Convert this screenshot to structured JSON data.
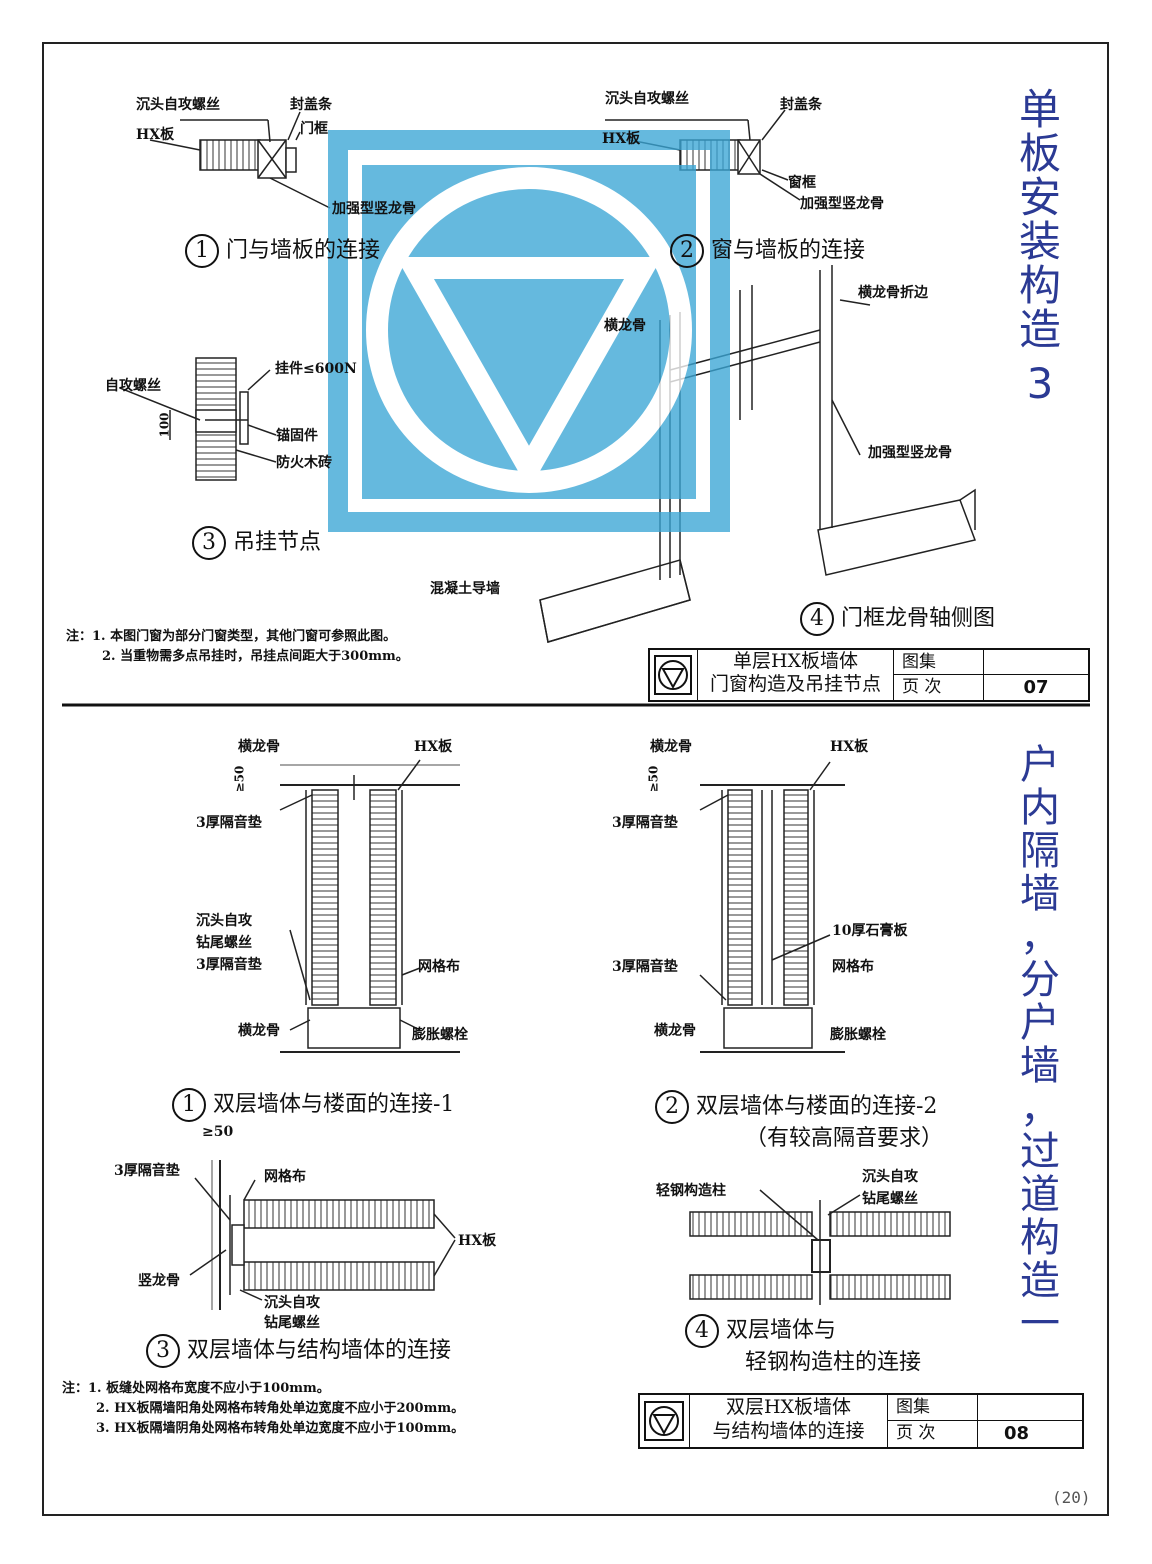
{
  "top": {
    "title_chars": [
      "单",
      "板",
      "安",
      "装",
      "构",
      "造",
      "3"
    ],
    "fig1": {
      "num": "1",
      "caption": "门与墙板的连接",
      "labels": {
        "screw": "沉头自攻螺丝",
        "cover": "封盖条",
        "board": "HX板",
        "frame": "门框",
        "stud": "加强型竖龙骨"
      }
    },
    "fig2": {
      "num": "2",
      "caption": "窗与墙板的连接",
      "labels": {
        "screw": "沉头自攻螺丝",
        "cover": "封盖条",
        "board": "HX板",
        "frame": "窗框",
        "stud": "加强型竖龙骨"
      }
    },
    "fig3": {
      "num": "3",
      "caption": "吊挂节点",
      "labels": {
        "screw": "自攻螺丝",
        "hook": "挂件≤600N",
        "anchor": "锚固件",
        "brick": "防火木砖",
        "dim": "100"
      }
    },
    "fig4": {
      "num": "4",
      "caption": "门框龙骨轴侧图",
      "labels": {
        "track": "横龙骨",
        "fold": "横龙骨折边",
        "stud": "加强型竖龙骨",
        "base": "混凝土导墙"
      }
    },
    "notes": [
      "注：1. 本图门窗为部分门窗类型，其他门窗可参照此图。",
      "2. 当重物需多点吊挂时，吊挂点间距大于300mm。"
    ],
    "titleblock": {
      "line1": "单层HX板墙体",
      "line2": "门窗构造及吊挂节点",
      "atlas": "图集",
      "page_label": "页 次",
      "page": "07"
    }
  },
  "bottom": {
    "title_chars": [
      "户",
      "内",
      "隔",
      "墙",
      "，",
      "分",
      "户",
      "墙",
      "，",
      "过",
      "道",
      "构",
      "造",
      "一"
    ],
    "fig1": {
      "num": "1",
      "caption": "双层墙体与楼面的连接-1",
      "labels": {
        "track_top": "横龙骨",
        "board": "HX板",
        "dim": "≥50",
        "pad_top": "3厚隔音垫",
        "screw1": "沉头自攻",
        "screw2": "钻尾螺丝",
        "pad_bot": "3厚隔音垫",
        "mesh": "网格布",
        "track_bot": "横龙骨",
        "bolt": "膨胀螺栓"
      }
    },
    "fig2": {
      "num": "2",
      "caption": "双层墙体与楼面的连接-2",
      "caption2": "（有较高隔音要求）",
      "labels": {
        "track_top": "横龙骨",
        "board": "HX板",
        "dim": "≥50",
        "pad_top": "3厚隔音垫",
        "gypsum": "10厚石膏板",
        "pad_bot": "3厚隔音垫",
        "mesh": "网格布",
        "track_bot": "横龙骨",
        "bolt": "膨胀螺栓"
      }
    },
    "fig3": {
      "num": "3",
      "caption": "双层墙体与结构墙体的连接",
      "labels": {
        "dim": "≥50",
        "pad": "3厚隔音垫",
        "mesh": "网格布",
        "board": "HX板",
        "stud": "竖龙骨",
        "screw1": "沉头自攻",
        "screw2": "钻尾螺丝"
      }
    },
    "fig4": {
      "num": "4",
      "caption": "双层墙体与",
      "caption2": "轻钢构造柱的连接",
      "labels": {
        "column": "轻钢构造柱",
        "screw1": "沉头自攻",
        "screw2": "钻尾螺丝"
      }
    },
    "notes": [
      "注：1. 板缝处网格布宽度不应小于100mm。",
      "2. HX板隔墙阳角处网格布转角处单边宽度不应小于200mm。",
      "3. HX板隔墙阴角处网格布转角处单边宽度不应小于100mm。"
    ],
    "titleblock": {
      "line1": "双层HX板墙体",
      "line2": "与结构墙体的连接",
      "atlas": "图集",
      "page_label": "页 次",
      "page": "08"
    }
  },
  "page_number": "(20)",
  "colors": {
    "title_blue": "#2b3a94",
    "watermark": "#3aa6d6"
  }
}
